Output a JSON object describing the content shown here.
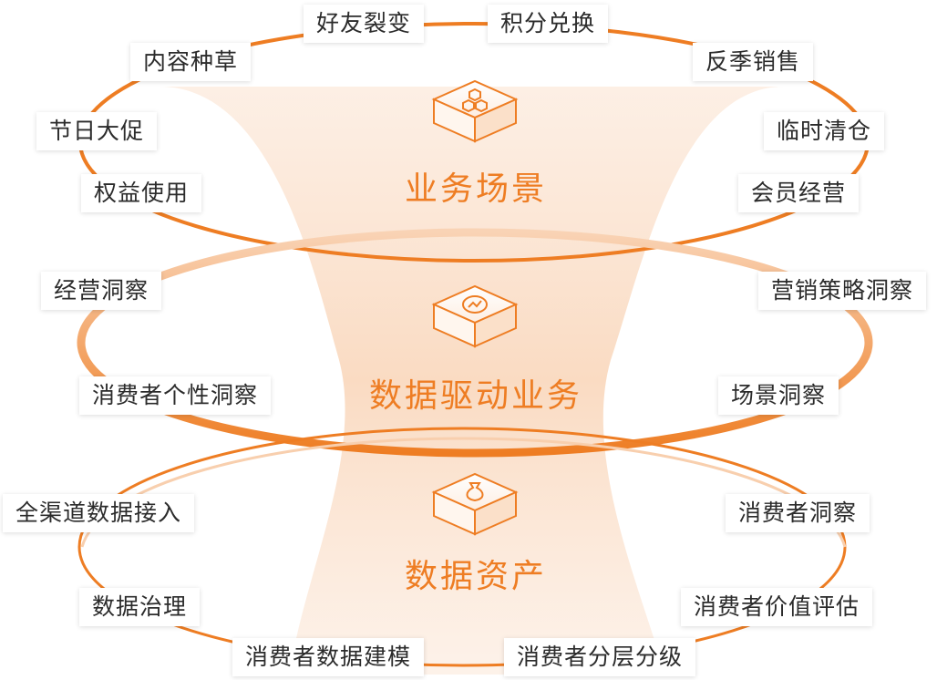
{
  "colors": {
    "accent": "#ee7d23",
    "accent_light": "#f6b07a",
    "text": "#2b2b2b"
  },
  "layers": [
    {
      "title": "业务场景",
      "icon": "cube-hexagons-icon",
      "tags": [
        "好友裂变",
        "积分兑换",
        "内容种草",
        "反季销售",
        "节日大促",
        "临时清仓",
        "权益使用",
        "会员经营"
      ]
    },
    {
      "title": "数据驱动业务",
      "icon": "cube-chart-icon",
      "tags": [
        "经营洞察",
        "营销策略洞察",
        "消费者个性洞察",
        "场景洞察"
      ]
    },
    {
      "title": "数据资产",
      "icon": "cube-moneybag-icon",
      "tags": [
        "全渠道数据接入",
        "消费者洞察",
        "数据治理",
        "消费者价值评估",
        "消费者数据建模",
        "消费者分层分级"
      ]
    }
  ]
}
